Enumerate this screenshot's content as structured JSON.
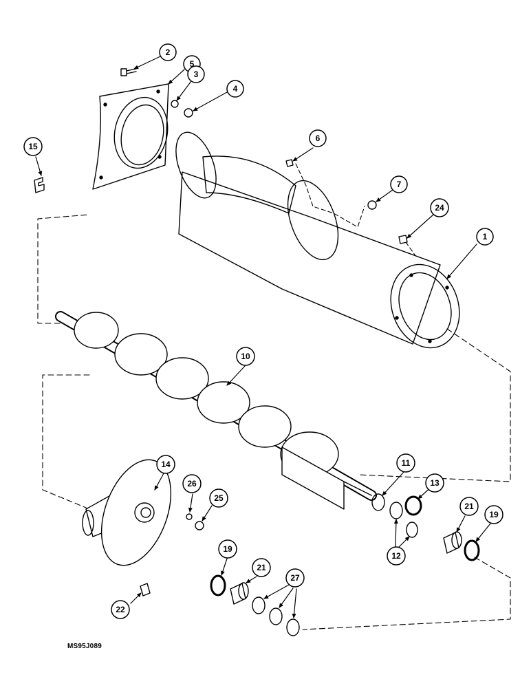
{
  "callouts": [
    {
      "id": "c2",
      "label": "2"
    },
    {
      "id": "c5",
      "label": "5"
    },
    {
      "id": "c3",
      "label": "3"
    },
    {
      "id": "c4",
      "label": "4"
    },
    {
      "id": "c15",
      "label": "15"
    },
    {
      "id": "c6",
      "label": "6"
    },
    {
      "id": "c7",
      "label": "7"
    },
    {
      "id": "c24",
      "label": "24"
    },
    {
      "id": "c1",
      "label": "1"
    },
    {
      "id": "c10",
      "label": "10"
    },
    {
      "id": "c11",
      "label": "11"
    },
    {
      "id": "c13",
      "label": "13"
    },
    {
      "id": "c12",
      "label": "12"
    },
    {
      "id": "c21a",
      "label": "21"
    },
    {
      "id": "c19a",
      "label": "19"
    },
    {
      "id": "c14",
      "label": "14"
    },
    {
      "id": "c26",
      "label": "26"
    },
    {
      "id": "c25",
      "label": "25"
    },
    {
      "id": "c19b",
      "label": "19"
    },
    {
      "id": "c21b",
      "label": "21"
    },
    {
      "id": "c27",
      "label": "27"
    },
    {
      "id": "c22",
      "label": "22"
    }
  ],
  "footer": {
    "code": "MS95J089"
  }
}
